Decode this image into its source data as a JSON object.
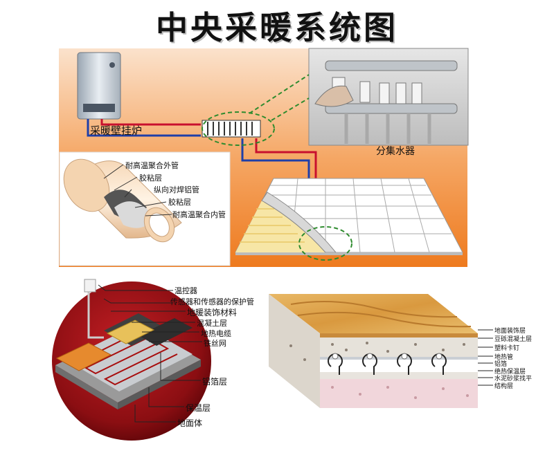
{
  "title": "中央采暖系统图",
  "top_panel": {
    "boiler_label": "采暖壁挂炉",
    "manifold_label": "分集水器",
    "pipe_layers": [
      "耐高温聚合外管",
      "胶粘层",
      "纵向对焊铝管",
      "胶粘层",
      "耐高温聚合内管"
    ]
  },
  "bottom_left": {
    "labels": [
      "温控器",
      "传感器和传感器的保护管",
      "地暖装饰材料",
      "混凝土层",
      "地热电缆",
      "铁丝网",
      "铝箔层",
      "保温层",
      "地面体"
    ]
  },
  "bottom_right": {
    "labels": [
      "地面装饰层",
      "豆砾混凝土层",
      "塑料卡钉",
      "地热管",
      "铝箔",
      "绝热保温层",
      "水泥砂浆找平",
      "结构层"
    ]
  },
  "colors": {
    "orange_bg": "#F28B2E",
    "hot_pipe": "#C8102E",
    "cold_pipe": "#1F3FA8",
    "callout_dash": "#2E8B2E"
  }
}
